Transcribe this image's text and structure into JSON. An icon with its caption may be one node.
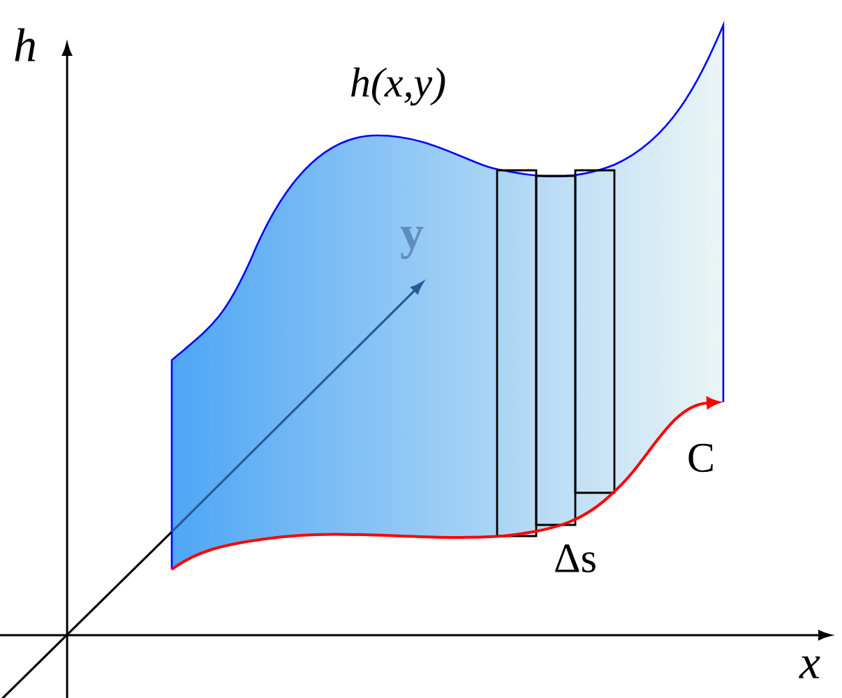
{
  "diagram": {
    "labels": [
      "h",
      "h(x,y)",
      "y",
      "C",
      "Δs",
      "x"
    ]
  }
}
